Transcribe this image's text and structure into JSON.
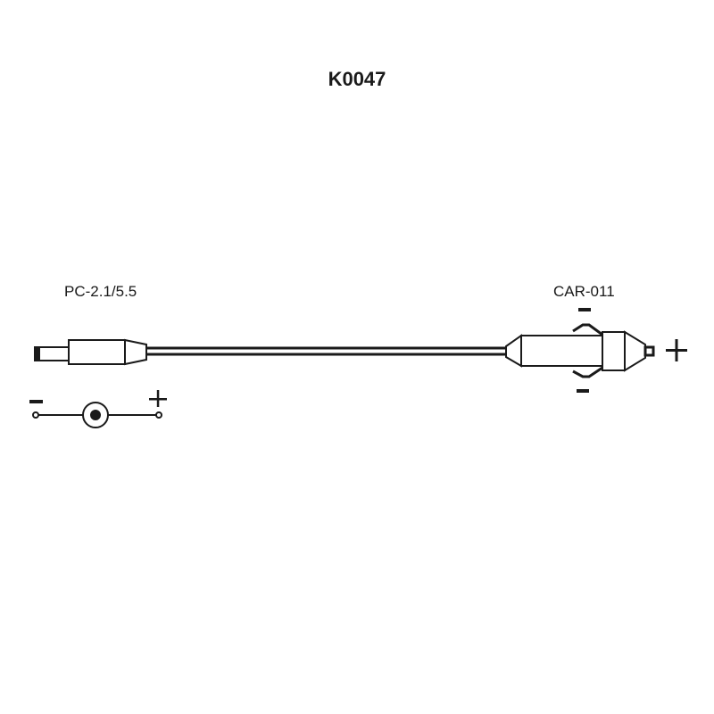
{
  "diagram": {
    "title": "K0047",
    "left_connector": {
      "label": "PC-2.1/5.5",
      "type": "dc-barrel-plug"
    },
    "right_connector": {
      "label": "CAR-011",
      "type": "car-cigarette-lighter-plug"
    },
    "polarity_symbols": {
      "dc_minus": "−",
      "dc_plus": "+",
      "car_plus": "+",
      "car_minus_top": "−",
      "car_minus_bottom": "−"
    },
    "colors": {
      "line": "#1a1a1a",
      "background": "#ffffff"
    }
  }
}
